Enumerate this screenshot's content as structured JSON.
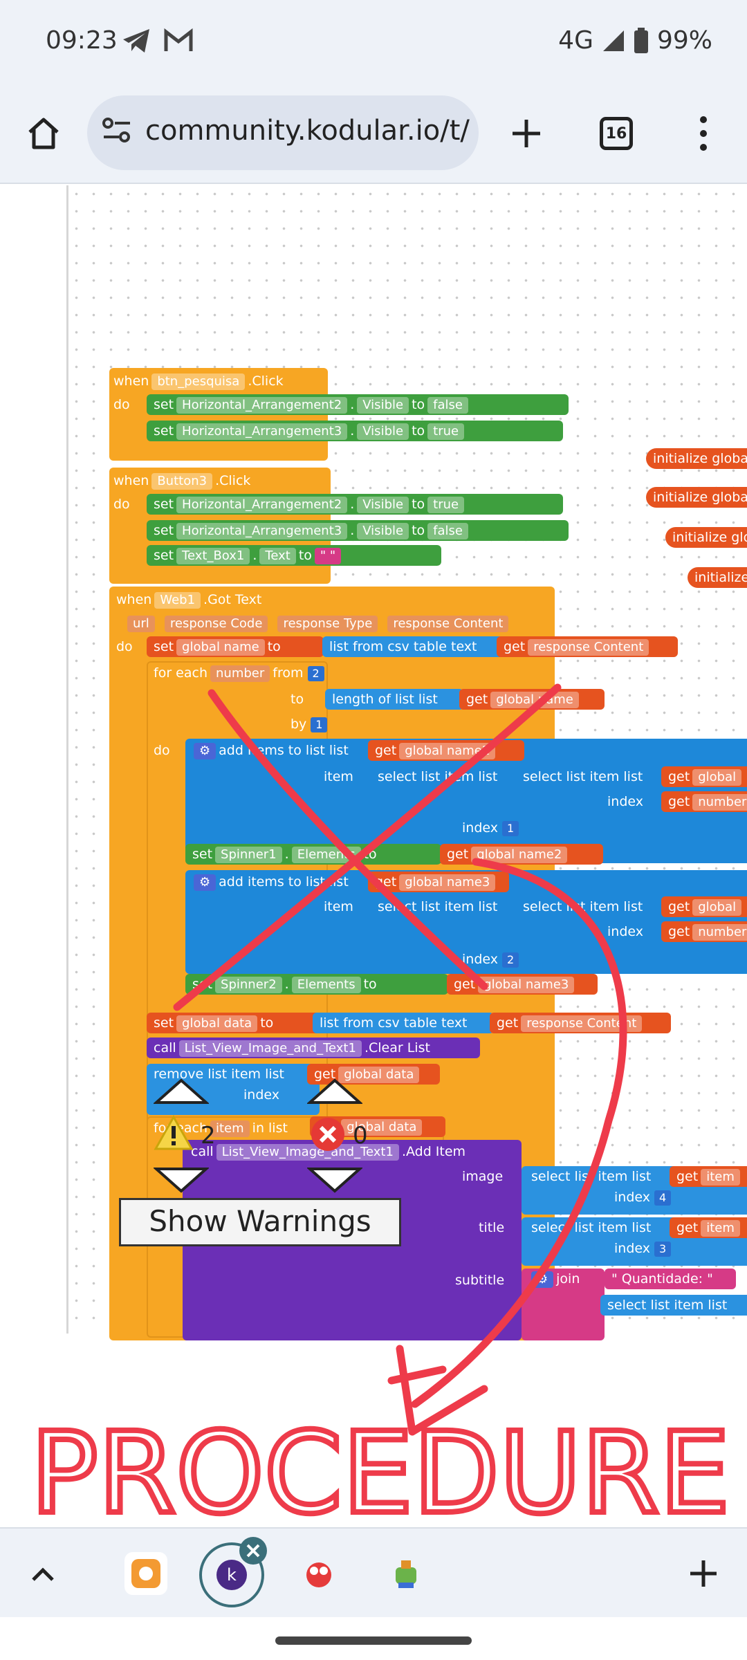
{
  "status": {
    "time": "09:23",
    "network": "4G",
    "battery": "99%"
  },
  "browser": {
    "url": "community.kodular.io/t/h",
    "tab_count": "16"
  },
  "blocks": {
    "g1": {
      "when": "when",
      "component": "btn_pesquisa",
      "event": ".Click",
      "do": "do",
      "rows": [
        {
          "set": "set",
          "comp": "Horizontal_Arrangement2",
          "prop": "Visible",
          "to": "to",
          "val": "false"
        },
        {
          "set": "set",
          "comp": "Horizontal_Arrangement3",
          "prop": "Visible",
          "to": "to",
          "val": "true"
        }
      ]
    },
    "g2": {
      "when": "when",
      "component": "Button3",
      "event": ".Click",
      "do": "do",
      "rows": [
        {
          "set": "set",
          "comp": "Horizontal_Arrangement2",
          "prop": "Visible",
          "to": "to",
          "val": "true"
        },
        {
          "set": "set",
          "comp": "Horizontal_Arrangement3",
          "prop": "Visible",
          "to": "to",
          "val": "false"
        },
        {
          "set": "set",
          "comp": "Text_Box1",
          "prop": "Text",
          "to": "to",
          "val": "\" \""
        }
      ]
    },
    "init": [
      "initialize globa",
      "initialize globa",
      "initialize glo",
      "initialize"
    ],
    "g3": {
      "when": "when",
      "component": "Web1",
      "event": ".Got Text",
      "params": [
        "url",
        "response Code",
        "response Type",
        "response Content"
      ],
      "do": "do",
      "l1_set": "set",
      "l1_var": "global name",
      "l1_to": "to",
      "l1_fn": "list from csv table  text",
      "l1_get": "get",
      "l1_arg": "response Content",
      "l2_for": "for each",
      "l2_var": "number",
      "l2_from": "from",
      "l2_from_val": "2",
      "l3_to": "to",
      "l3_fn": "length of list  list",
      "l3_get": "get",
      "l3_arg": "global name",
      "l4_by": "by",
      "l4_val": "1",
      "l5_do": "do",
      "l5_fn": "add items to list  list",
      "l5_get": "get",
      "l5_arg": "global name2",
      "l6_item": "item",
      "l6_fn": "select list item  list",
      "l6_fn2": "select list item  list",
      "l6_get": "get",
      "l6_arg": "global",
      "l7_index": "index",
      "l7_get": "get",
      "l7_arg": "number",
      "l8_index": "index",
      "l8_val": "1",
      "l9_set": "set",
      "l9_comp": "Spinner1",
      "l9_prop": "Elements",
      "l9_to": "to",
      "l9_get": "get",
      "l9_arg": "global name2",
      "l10_fn": "add items to list  list",
      "l10_get": "get",
      "l10_arg": "global name3",
      "l11_item": "item",
      "l11_fn": "select list item  list",
      "l11_fn2": "select list item  list",
      "l11_get": "get",
      "l11_arg": "global",
      "l12_index": "index",
      "l12_get": "get",
      "l12_arg": "number",
      "l13_index": "index",
      "l13_val": "2",
      "l14_set": "set",
      "l14_comp": "Spinner2",
      "l14_prop": "Elements",
      "l14_to": "to",
      "l14_get": "get",
      "l14_arg": "global name3",
      "l15_set": "set",
      "l15_var": "global data",
      "l15_to": "to",
      "l15_fn": "list from csv table  text",
      "l15_get": "get",
      "l15_arg": "response Content",
      "l16_call": "call",
      "l16_comp": "List_View_Image_and_Text1",
      "l16_method": ".Clear List",
      "l17_fn": "remove list item  list",
      "l17_get": "get",
      "l17_arg": "global data",
      "l18_index": "index",
      "l19_for": "for each",
      "l19_var": "item",
      "l19_in": "in list",
      "l19_get": "get",
      "l19_arg": "global data",
      "l20_call": "call",
      "l20_comp": "List_View_Image_and_Text1",
      "l20_method": ".Add Item",
      "l21_image": "image",
      "l21_fn": "select list item  list",
      "l21_get": "get",
      "l21_arg": "item",
      "l22_index": "index",
      "l22_val": "4",
      "l23_title": "title",
      "l23_fn": "select list item  list",
      "l23_get": "get",
      "l23_arg": "item",
      "l24_index": "index",
      "l24_val": "3",
      "l25_subtitle": "subtitle",
      "l25_join": "join",
      "l25_str": "\" Quantidade: \"",
      "l26_fn": "select list item  list"
    }
  },
  "warnings": {
    "warn_count": "2",
    "error_count": "0",
    "show_label": "Show Warnings"
  },
  "annotation": {
    "text": "PROCEDURE",
    "color": "#ee3b4a"
  }
}
